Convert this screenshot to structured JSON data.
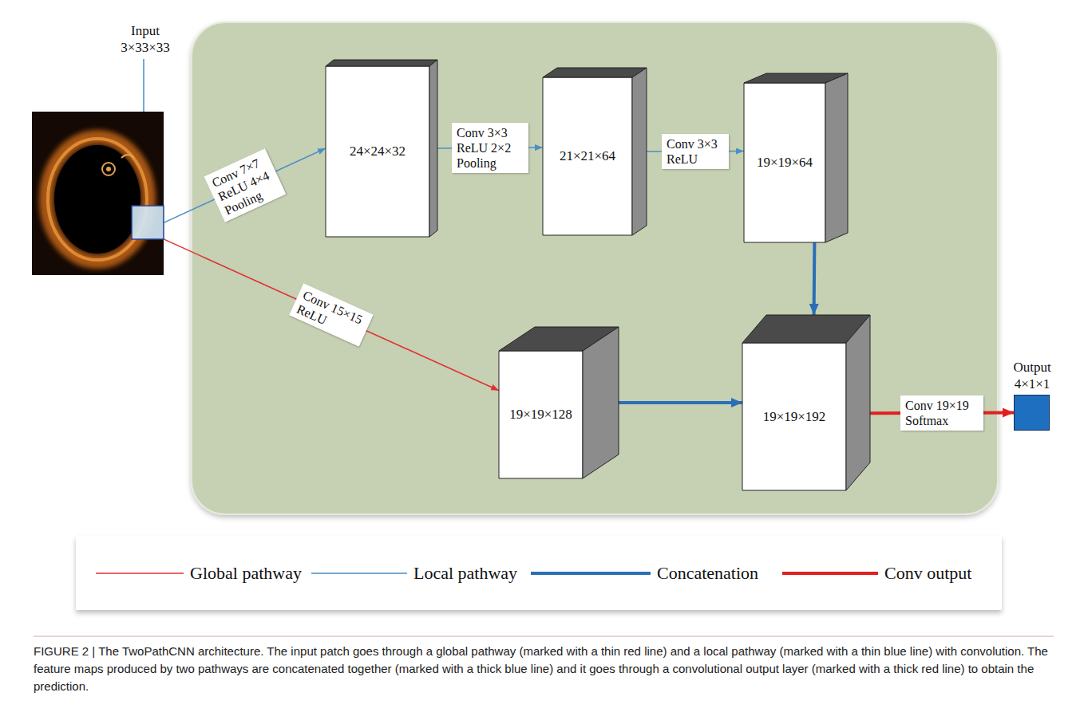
{
  "diagram": {
    "caption": "FIGURE 2 | The TwoPathCNN architecture. The input patch goes through a global pathway (marked with a thin red line) and a local pathway (marked with a thin blue line) with convolution. The feature maps produced by two pathways are concatenated together (marked with a thick blue line) and it goes through a convolutional output layer (marked with a thick red line) to obtain the prediction.",
    "nodes": [
      {
        "text": [
          "Input 3×33×33"
        ]
      },
      {
        "text": [
          "24×24×32"
        ]
      },
      {
        "text": [
          "21×21×64"
        ]
      },
      {
        "text": [
          "19×19×64"
        ]
      },
      {
        "text": [
          "19×19×128"
        ]
      },
      {
        "text": [
          "19×19×192"
        ]
      },
      {
        "text": [
          "Output 4×1×1"
        ]
      }
    ],
    "edges": [
      {
        "from": 0,
        "to": 1,
        "arrow": "to",
        "label": "Conv 7×7 ReLU 4×4 Pooling"
      },
      {
        "from": 1,
        "to": 2,
        "arrow": "to",
        "label": "Conv 3×3 ReLU 2×2 Pooling"
      },
      {
        "from": 2,
        "to": 3,
        "arrow": "to",
        "label": "Conv 3×3 ReLU"
      },
      {
        "from": 0,
        "to": 4,
        "arrow": "to",
        "label": "Conv 15×15 ReLU"
      },
      {
        "from": 3,
        "to": 5,
        "arrow": "to"
      },
      {
        "from": 4,
        "to": 5,
        "arrow": "to"
      },
      {
        "from": 5,
        "to": 6,
        "arrow": "to",
        "label": "Conv 19×19 Softmax"
      }
    ],
    "legend": [
      {
        "text": "Global pathway"
      },
      {
        "text": "Local pathway"
      },
      {
        "text": "Concatenation"
      },
      {
        "text": "Conv output"
      }
    ]
  }
}
